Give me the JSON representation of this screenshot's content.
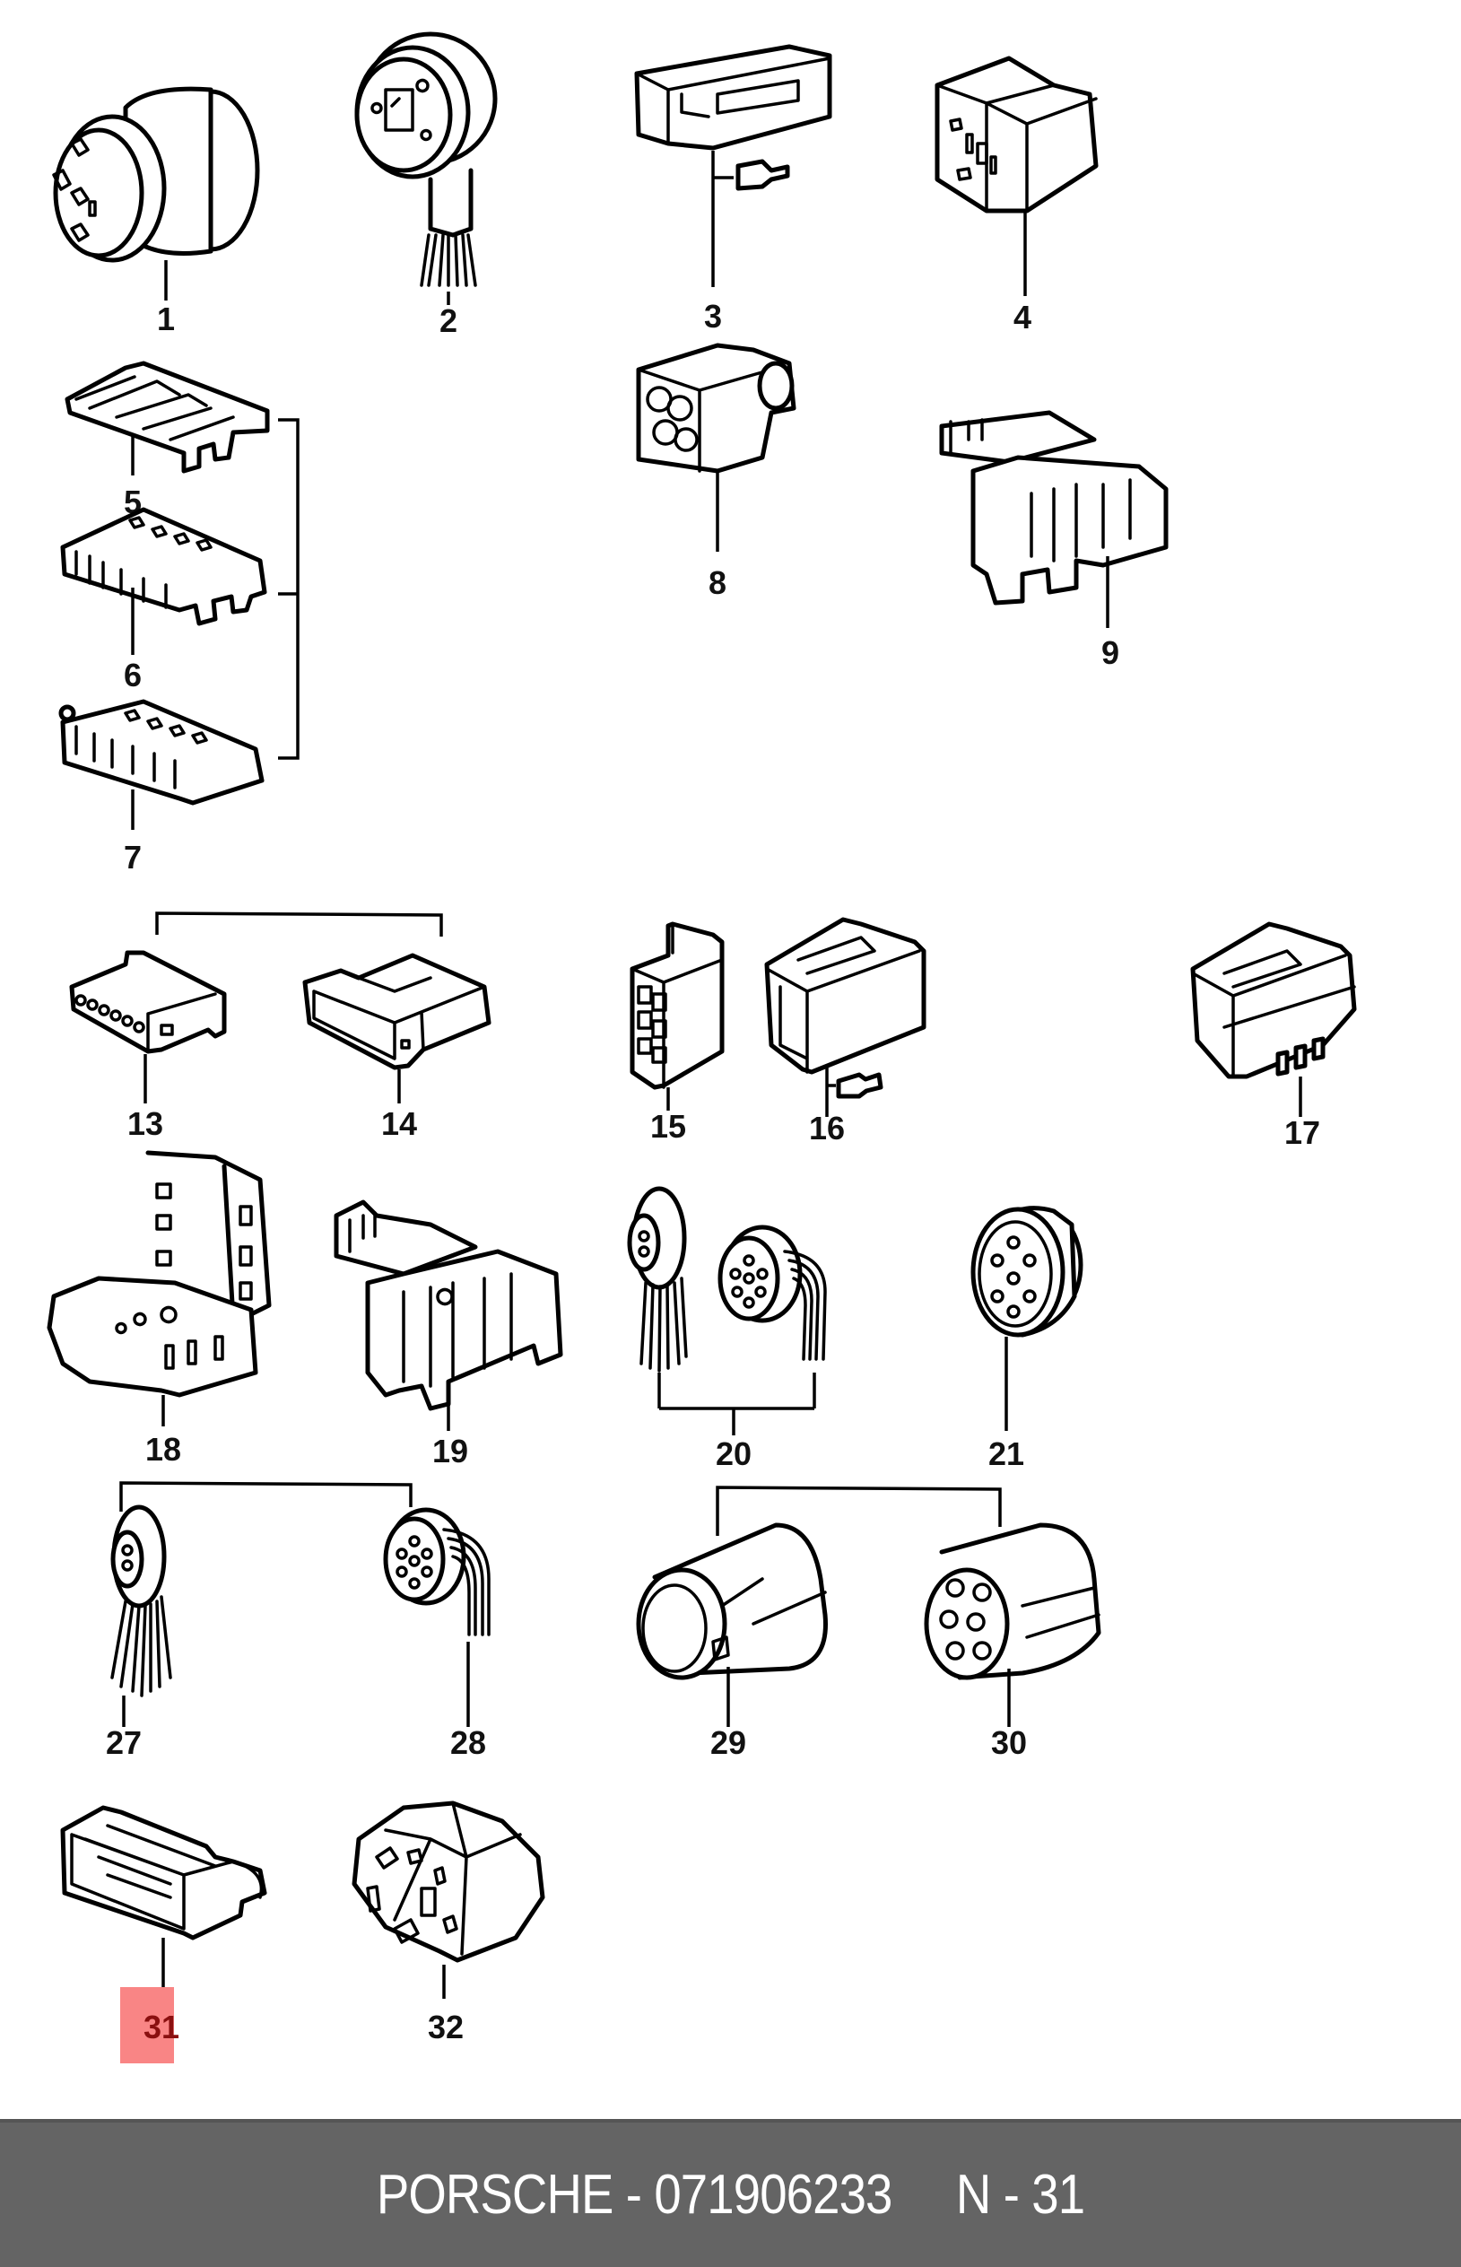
{
  "diagram": {
    "title": "Connector housings parts diagram",
    "highlighted_part": "31",
    "highlight_color": "#f98585",
    "parts": [
      {
        "number": "1",
        "name": "round connector 4-pin"
      },
      {
        "number": "2",
        "name": "round connector with wires"
      },
      {
        "number": "3",
        "name": "flat connector housing with contact pin"
      },
      {
        "number": "4",
        "name": "relay socket"
      },
      {
        "number": "5",
        "name": "contact carrier"
      },
      {
        "number": "6",
        "name": "contact carrier 5-way"
      },
      {
        "number": "7",
        "name": "contact carrier 5-way with clip"
      },
      {
        "number": "8",
        "name": "multi-pin connector housing"
      },
      {
        "number": "9",
        "name": "relay holder"
      },
      {
        "number": "13",
        "name": "6-pin flat connector"
      },
      {
        "number": "14",
        "name": "flat connector housing"
      },
      {
        "number": "15",
        "name": "6-pin connector housing"
      },
      {
        "number": "16",
        "name": "connector housing with contact pin"
      },
      {
        "number": "17",
        "name": "connector housing with pins"
      },
      {
        "number": "18",
        "name": "relay bracket"
      },
      {
        "number": "19",
        "name": "relay holder"
      },
      {
        "number": "20",
        "name": "round connector pair with wires"
      },
      {
        "number": "21",
        "name": "round connector 7-pin"
      },
      {
        "number": "27",
        "name": "round connector with wires"
      },
      {
        "number": "28",
        "name": "round connector with wires"
      },
      {
        "number": "29",
        "name": "round coupling housing"
      },
      {
        "number": "30",
        "name": "round plug housing"
      },
      {
        "number": "31",
        "name": "connector housing"
      },
      {
        "number": "32",
        "name": "hexagonal connector housing"
      }
    ]
  },
  "footer": {
    "brand": "PORSCHE",
    "separator": " - ",
    "part_number": "071906233",
    "gap": "     ",
    "position_label": "N - 31",
    "background": "#646464"
  }
}
